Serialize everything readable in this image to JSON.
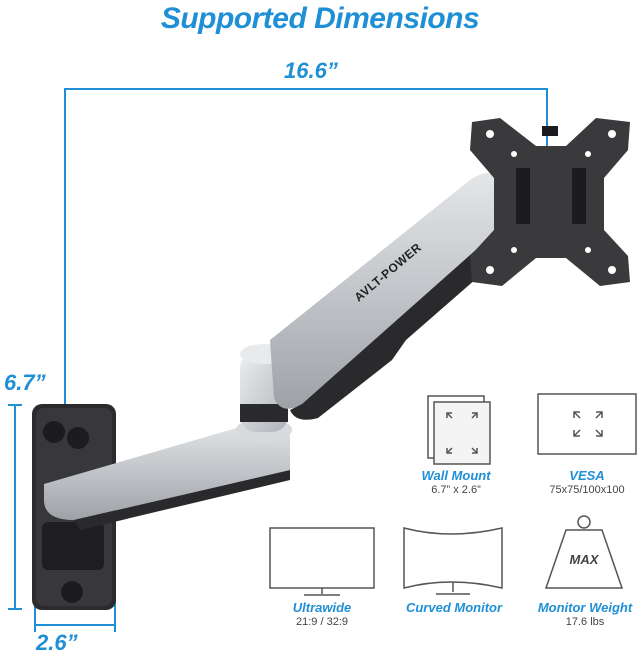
{
  "title": "Supported Dimensions",
  "dimensions": {
    "width": "16.6”",
    "height": "6.7”",
    "depth": "2.6”"
  },
  "brand": "AVLT-POWER",
  "features": {
    "wall_mount": {
      "label": "Wall Mount",
      "detail": "6.7” x 2.6”"
    },
    "vesa": {
      "label": "VESA",
      "detail": "75x75/100x100"
    },
    "ultrawide": {
      "label": "Ultrawide",
      "detail": "21:9 / 32:9"
    },
    "curved_monitor": {
      "label": "Curved Monitor"
    },
    "monitor_weight": {
      "label": "Monitor Weight",
      "detail": "17.6 lbs",
      "weight_badge": "MAX"
    }
  },
  "colors": {
    "accent": "#1f8fd6",
    "arm_silver": "#c9ccd0",
    "arm_dark": "#2a2a2c"
  }
}
